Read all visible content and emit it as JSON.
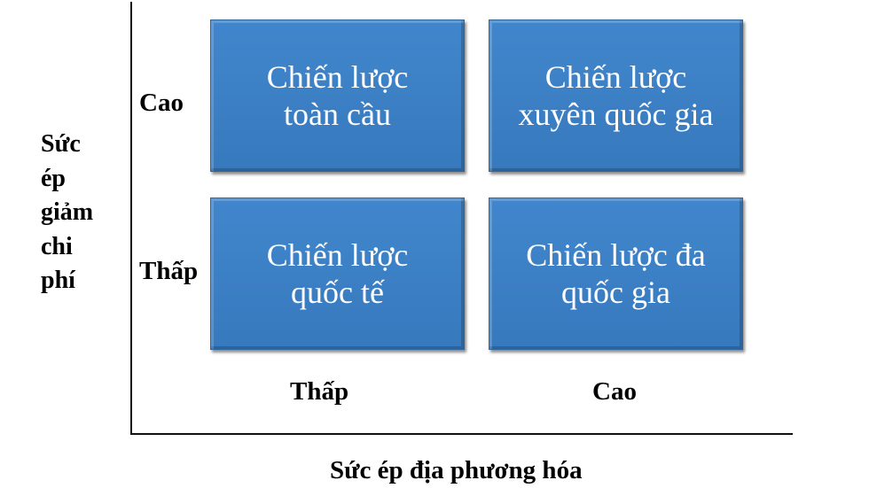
{
  "y_axis": {
    "title_lines": [
      "Sức",
      "ép",
      "giảm",
      "chi",
      "phí"
    ],
    "high": "Cao",
    "low": "Thấp"
  },
  "x_axis": {
    "title": "Sức ép địa phương hóa",
    "low": "Thấp",
    "high": "Cao"
  },
  "quadrants": {
    "top_left": {
      "line1": "Chiến lược",
      "line2": "toàn cầu"
    },
    "top_right": {
      "line1": "Chiến lược",
      "line2": "xuyên quốc gia"
    },
    "bottom_left": {
      "line1": "Chiến lược",
      "line2": "quốc tế"
    },
    "bottom_right": {
      "line1": "Chiến lược đa",
      "line2": "quốc gia"
    }
  },
  "colors": {
    "box": "#3a7fc4"
  }
}
